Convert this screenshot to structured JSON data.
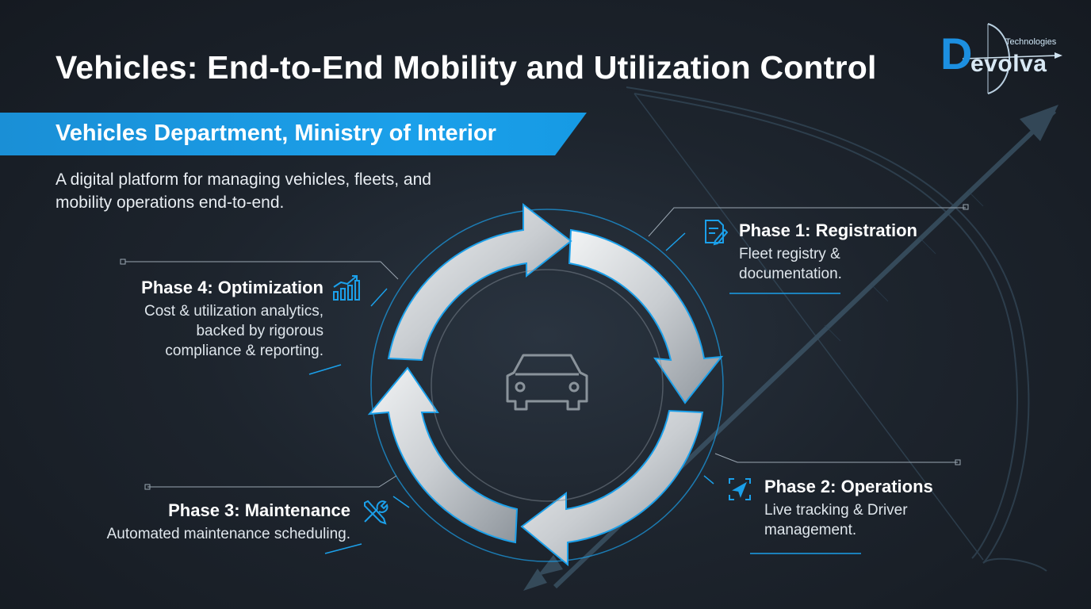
{
  "header": {
    "title": "Vehicles: End-to-End Mobility and Utilization Control",
    "banner": "Vehicles Department, Ministry of Interior",
    "description": "A digital platform for managing vehicles, fleets, and mobility operations end-to-end."
  },
  "logo": {
    "letter": "D",
    "word": "evolva",
    "tagline": "Technologies"
  },
  "phases": [
    {
      "title": "Phase 1: Registration",
      "description": "Fleet registry & documentation.",
      "icon": "document-edit-icon"
    },
    {
      "title": "Phase 2: Operations",
      "description": "Live tracking & Driver management.",
      "icon": "navigation-icon"
    },
    {
      "title": "Phase 3: Maintenance",
      "description": "Automated maintenance scheduling.",
      "icon": "wrench-screwdriver-icon"
    },
    {
      "title": "Phase 4: Optimization",
      "description": "Cost & utilization analytics, backed by rigorous compliance & reporting.",
      "icon": "growth-chart-icon"
    }
  ],
  "center_icon": "car-icon",
  "colors": {
    "accent": "#1ba0ea",
    "background": "#1d242d",
    "arrow_fill": "#d7dadd"
  }
}
